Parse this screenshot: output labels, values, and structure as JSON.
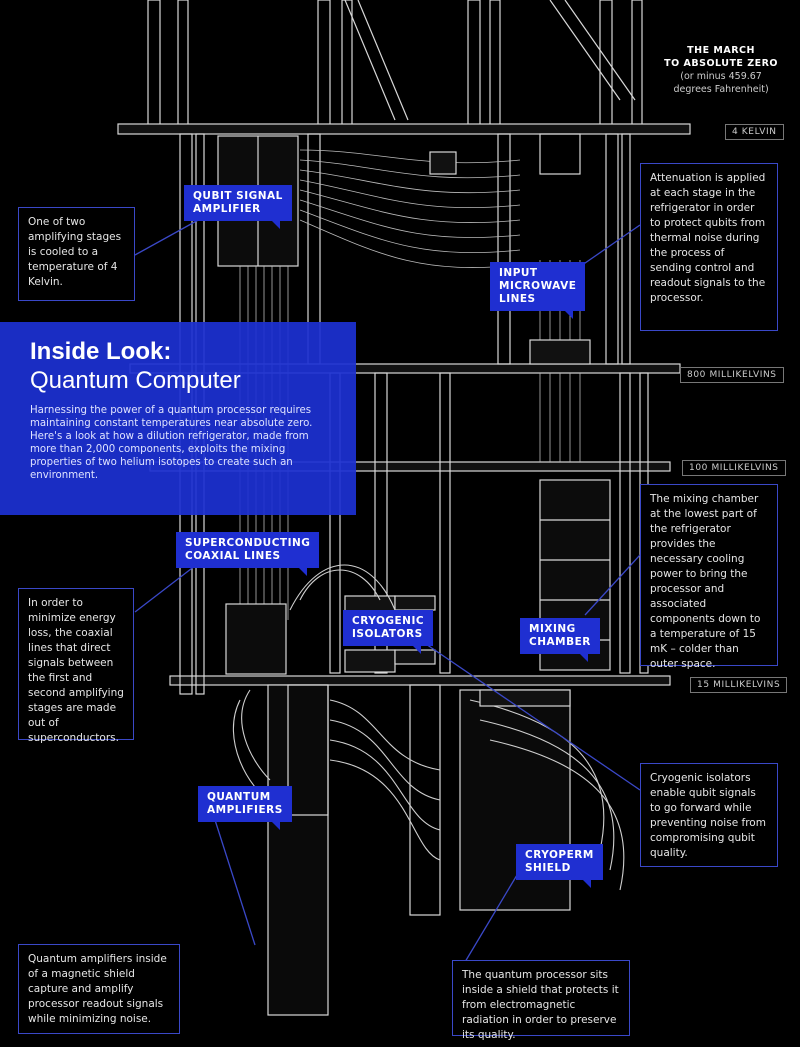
{
  "march": {
    "line1": "THE MARCH",
    "line2": "TO ABSOLUTE ZERO",
    "line3": "(or minus 459.67",
    "line4": "degrees Fahrenheit)"
  },
  "temps": {
    "t1": "4 KELVIN",
    "t2": "800 MILLIKELVINS",
    "t3": "100 MILLIKELVINS",
    "t4": "15 MILLIKELVINS"
  },
  "hero": {
    "title1": "Inside Look:",
    "title2": "Quantum Computer",
    "body": "Harnessing the power of a quantum processor requires maintaining constant temperatures near absolute zero.  Here's a look at how a dilution refrigerator, made from more than 2,000 components, exploits the mixing properties of two helium isotopes to create such an environment."
  },
  "labels": {
    "qubit_amp": "QUBIT SIGNAL\nAMPLIFIER",
    "input_lines": "INPUT\nMICROWAVE\nLINES",
    "coax": "SUPERCONDUCTING\nCOAXIAL LINES",
    "isolators": "CRYOGENIC\nISOLATORS",
    "mixing": "MIXING\nCHAMBER",
    "quantum_amps": "QUANTUM\nAMPLIFIERS",
    "cryoperm": "CRYOPERM\nSHIELD"
  },
  "notes": {
    "amp": "One of two amplifying stages is cooled to a temperature of 4 Kelvin.",
    "attenuation": "Attenuation is applied at each stage in the refrigerator in order to protect qubits from thermal noise during the process of sending control and readout signals to the processor.",
    "coax": "In order to minimize energy loss, the coaxial lines that direct signals between the first and second amplifying stages are made out of superconductors.",
    "mixing": "The mixing chamber at the lowest part of the refrigerator provides the necessary cooling power to bring the processor and associated components down to a temperature of 15 mK – colder than outer space.",
    "isolators": "Cryogenic isolators enable qubit signals to go forward while preventing noise from compromising qubit quality.",
    "quantum_amps": "Quantum amplifiers inside of a magnetic shield capture and amplify processor readout signals while minimizing noise.",
    "processor": "The quantum processor sits inside a shield that protects it from electromagnetic radiation in order to preserve its quality."
  }
}
